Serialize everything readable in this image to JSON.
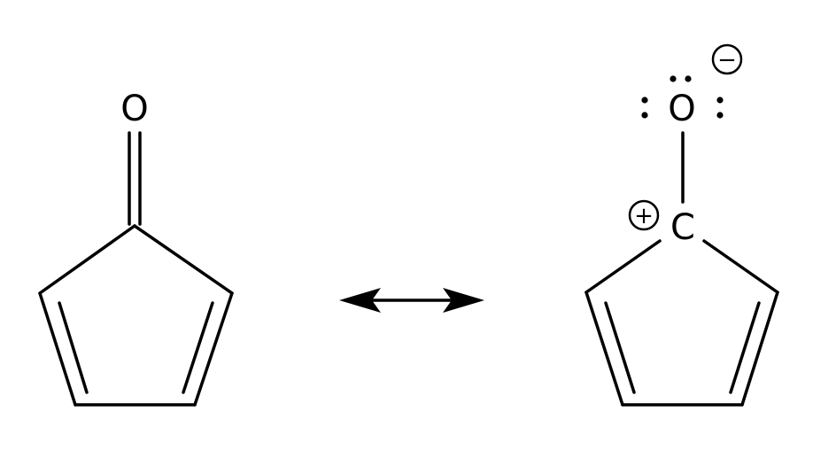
{
  "diagram": {
    "left_structure": {
      "oxygen_label": "O"
    },
    "arrow": {
      "type": "double-headed resonance arrow"
    },
    "right_structure": {
      "oxygen_label": "O",
      "carbon_label": "C",
      "oxygen_charge": "−",
      "carbon_charge": "+"
    },
    "colors": {
      "line": "#000000",
      "background": "#ffffff"
    }
  }
}
